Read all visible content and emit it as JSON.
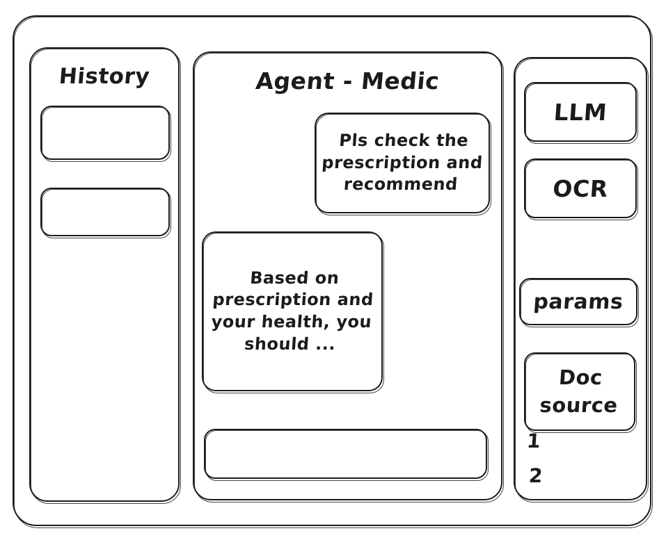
{
  "window": {
    "frame_label": "app-window"
  },
  "sidebar_history": {
    "title": "History",
    "items": [
      {
        "label": ""
      },
      {
        "label": ""
      }
    ]
  },
  "main": {
    "title": "Agent - Medic",
    "messages": [
      {
        "role": "user",
        "text": "Pls check the\nprescription\nand recommend"
      },
      {
        "role": "assistant",
        "text": "Based on\nprescription\nand your\nhealth, you\nshould ..."
      }
    ],
    "composer": {
      "value": "",
      "placeholder": ""
    }
  },
  "tools_panel": {
    "buttons": [
      {
        "label": "LLM"
      },
      {
        "label": "OCR"
      },
      {
        "label": "params"
      }
    ],
    "doc_source": {
      "label": "Doc\nsource",
      "items": [
        {
          "label": "1"
        },
        {
          "label": "2"
        }
      ]
    }
  },
  "colors": {
    "stroke": "#1b1b1b",
    "background": "#ffffff"
  }
}
